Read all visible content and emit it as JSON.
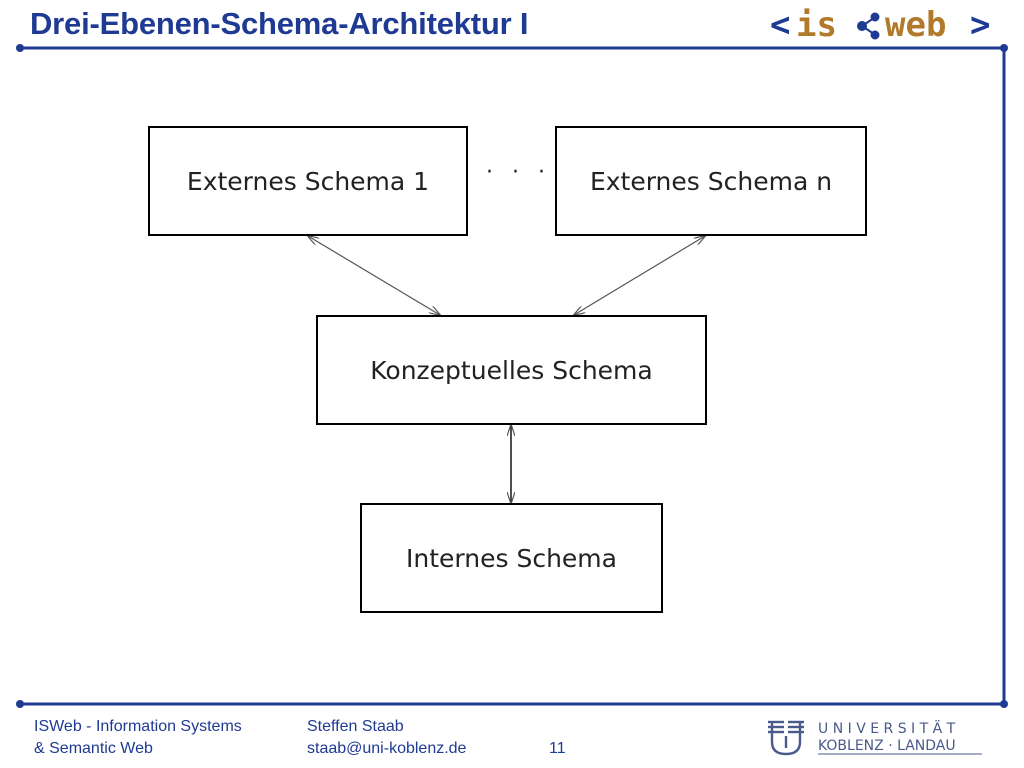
{
  "title": "Drei-Ebenen-Schema-Architektur I",
  "logo": {
    "open": "<",
    "is": "is",
    "web": "web",
    "close": ">"
  },
  "diagram": {
    "external_1": "Externes Schema 1",
    "ellipsis": "· · ·",
    "external_n": "Externes Schema n",
    "conceptual": "Konzeptuelles Schema",
    "internal": "Internes Schema"
  },
  "footer": {
    "org_line1": "ISWeb - Information Systems",
    "org_line2": "& Semantic Web",
    "author": "Steffen Staab",
    "email": "staab@uni-koblenz.de",
    "page_number": "11",
    "university_line1": "U N I V E R S I T Ä T",
    "university_line2": "KOBLENZ · LANDAU"
  },
  "colors": {
    "accent": "#1f3a93",
    "logo_brown": "#b07a2a",
    "box_border": "#000000",
    "arrow": "#555555"
  }
}
